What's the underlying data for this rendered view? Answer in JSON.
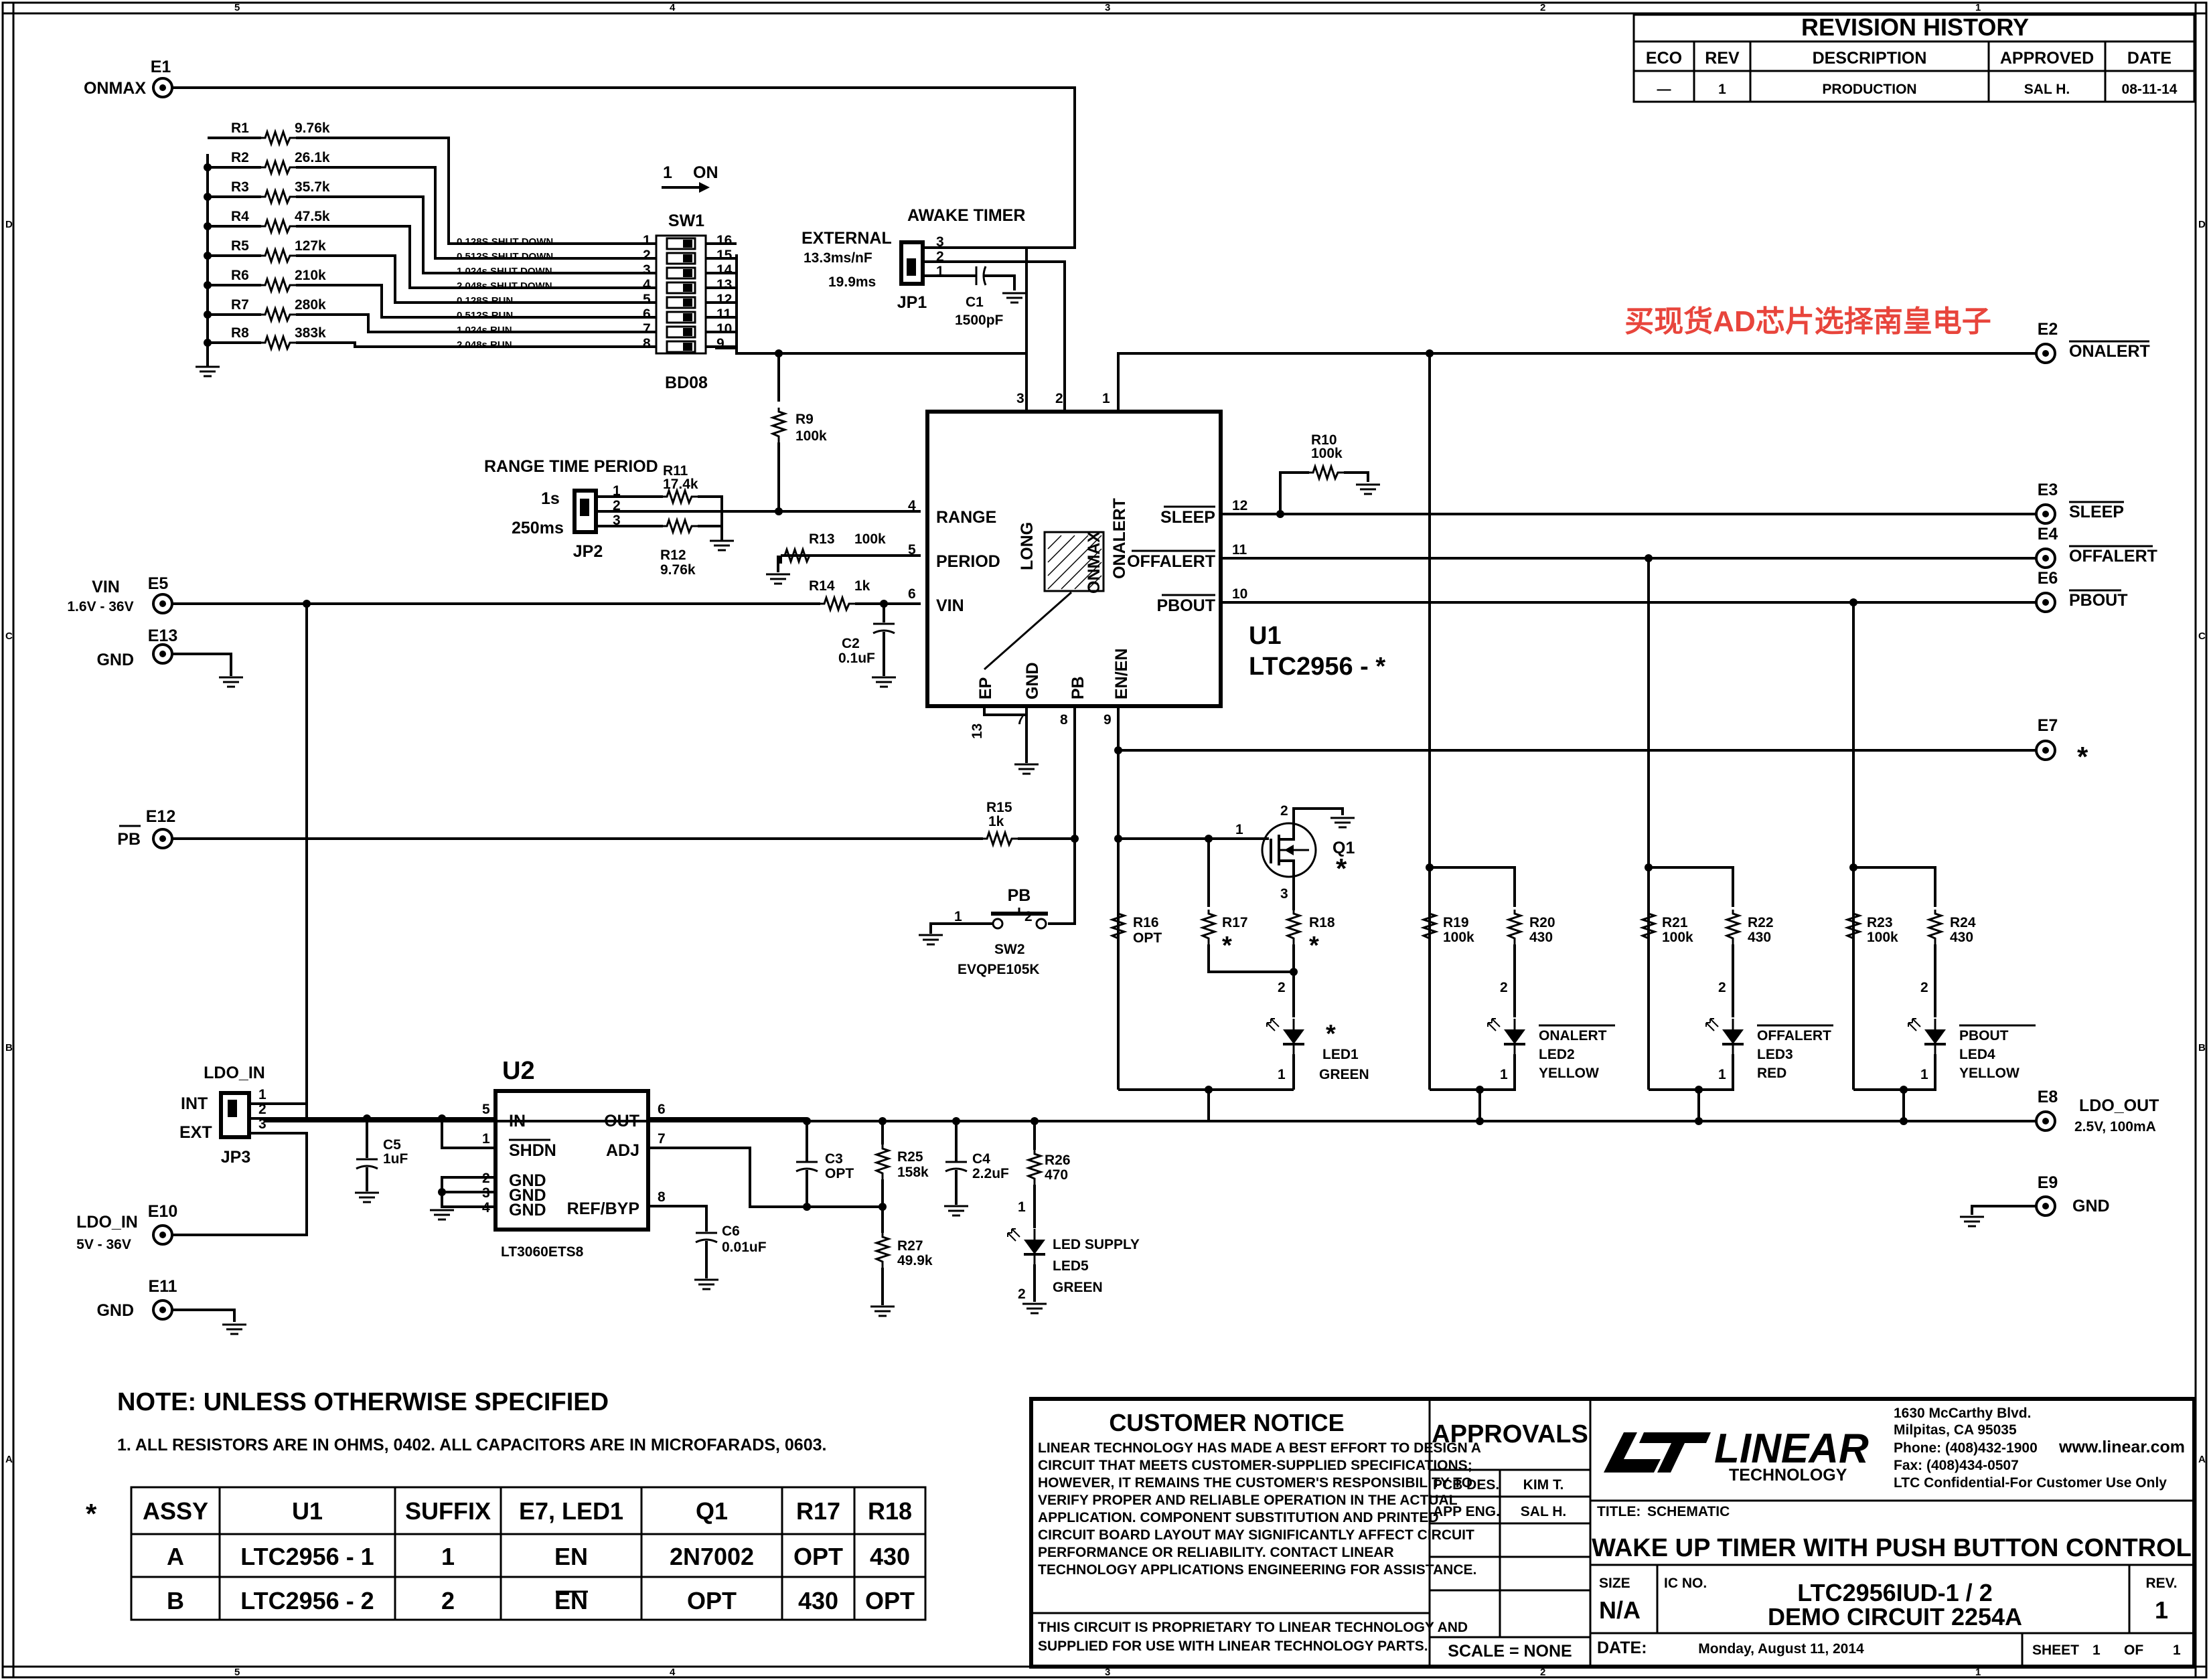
{
  "zone_markers": {
    "top": [
      "5",
      "4",
      "3",
      "2",
      "1"
    ],
    "side": [
      "D",
      "C",
      "B",
      "A"
    ]
  },
  "terminals": {
    "e1": {
      "ref": "E1",
      "label": "ONMAX"
    },
    "e2": {
      "ref": "E2",
      "label": "ONALERT"
    },
    "e3": {
      "ref": "E3",
      "label": "SLEEP"
    },
    "e4": {
      "ref": "E4",
      "label": "OFFALERT"
    },
    "e6": {
      "ref": "E6",
      "label": "PBOUT"
    },
    "e5": {
      "ref": "E5",
      "label": "VIN",
      "label2": "1.6V - 36V"
    },
    "e13": {
      "ref": "E13",
      "label": "GND"
    },
    "e7": {
      "ref": "E7",
      "label": "*"
    },
    "e12": {
      "ref": "E12",
      "label": "PB"
    },
    "e8": {
      "ref": "E8",
      "label": "LDO_OUT",
      "label2": "2.5V, 100mA"
    },
    "e9": {
      "ref": "E9",
      "label": "GND"
    },
    "e10": {
      "ref": "E10",
      "label": "LDO_IN",
      "label2": "5V - 36V"
    },
    "e11": {
      "ref": "E11",
      "label": "GND"
    }
  },
  "resistor_ladder": [
    {
      "ref": "R1",
      "value": "9.76k"
    },
    {
      "ref": "R2",
      "value": "26.1k"
    },
    {
      "ref": "R3",
      "value": "35.7k"
    },
    {
      "ref": "R4",
      "value": "47.5k"
    },
    {
      "ref": "R5",
      "value": "127k"
    },
    {
      "ref": "R6",
      "value": "210k"
    },
    {
      "ref": "R7",
      "value": "280k"
    },
    {
      "ref": "R8",
      "value": "383k"
    }
  ],
  "sw1": {
    "ref": "SW1",
    "part": "BD08",
    "direction_label": "1",
    "on_label": "ON",
    "rows": [
      {
        "label": "0.128S SHUT DOWN",
        "left": "1",
        "right": "16"
      },
      {
        "label": "0.512S SHUT DOWN",
        "left": "2",
        "right": "15"
      },
      {
        "label": "1.024s SHUT DOWN",
        "left": "3",
        "right": "14"
      },
      {
        "label": "2.048s SHUT DOWN",
        "left": "4",
        "right": "13"
      },
      {
        "label": "0.128S RUN",
        "left": "5",
        "right": "12"
      },
      {
        "label": "0.512S RUN",
        "left": "6",
        "right": "11"
      },
      {
        "label": "1.024s RUN",
        "left": "7",
        "right": "10"
      },
      {
        "label": "2.048s RUN",
        "left": "8",
        "right": "9"
      }
    ]
  },
  "awake": {
    "title": "AWAKE TIMER",
    "external": "EXTERNAL",
    "rate": "13.3ms/nF",
    "fixed": "19.9ms",
    "jp": "JP1",
    "p1": "1",
    "p2": "2",
    "p3": "3",
    "c1_ref": "C1",
    "c1_val": "1500pF"
  },
  "u1": {
    "ref": "U1",
    "part": "LTC2956 - *",
    "pins": {
      "long": "LONG",
      "onmax": "ONMAX",
      "onalert": "ONALERT",
      "range": "RANGE",
      "period": "PERIOD",
      "vin": "VIN",
      "sleep": "SLEEP",
      "offalert": "OFFALERT",
      "pbout": "PBOUT",
      "ep": "EP",
      "gnd": "GND",
      "pb": "PB",
      "en": "EN/EN"
    },
    "pin_numbers": {
      "long": "3",
      "onmax": "2",
      "onalert": "1",
      "range": "4",
      "period": "5",
      "vin": "6",
      "sleep": "12",
      "offalert": "11",
      "pbout": "10",
      "ep": "13",
      "gnd": "7",
      "pb": "8",
      "en": "9"
    }
  },
  "range": {
    "title": "RANGE TIME PERIOD",
    "opt1": "1s",
    "opt2": "250ms",
    "jp": "JP2",
    "p1": "1",
    "p2": "2",
    "p3": "3"
  },
  "parts": {
    "r9": {
      "ref": "R9",
      "value": "100k"
    },
    "r10": {
      "ref": "R10",
      "value": "100k"
    },
    "r11": {
      "ref": "R11",
      "value": "17.4k"
    },
    "r12": {
      "ref": "R12",
      "value": "9.76k"
    },
    "r13": {
      "ref": "R13",
      "value": "100k"
    },
    "r14": {
      "ref": "R14",
      "value": "1k"
    },
    "r15": {
      "ref": "R15",
      "value": "1k"
    },
    "r16": {
      "ref": "R16",
      "value": "OPT"
    },
    "r17": {
      "ref": "R17",
      "value": "*"
    },
    "r18": {
      "ref": "R18",
      "value": "*"
    },
    "r19": {
      "ref": "R19",
      "value": "100k"
    },
    "r20": {
      "ref": "R20",
      "value": "430"
    },
    "r21": {
      "ref": "R21",
      "value": "100k"
    },
    "r22": {
      "ref": "R22",
      "value": "430"
    },
    "r23": {
      "ref": "R23",
      "value": "100k"
    },
    "r24": {
      "ref": "R24",
      "value": "430"
    },
    "r25": {
      "ref": "R25",
      "value": "158k"
    },
    "r26": {
      "ref": "R26",
      "value": "470"
    },
    "r27": {
      "ref": "R27",
      "value": "49.9k"
    },
    "c2": {
      "ref": "C2",
      "value": "0.1uF"
    },
    "c3": {
      "ref": "C3",
      "value": "OPT"
    },
    "c4": {
      "ref": "C4",
      "value": "2.2uF"
    },
    "c5": {
      "ref": "C5",
      "value": "1uF"
    },
    "c6": {
      "ref": "C6",
      "value": "0.01uF"
    },
    "q1": {
      "ref": "Q1",
      "star": "*",
      "p1": "1",
      "p2": "2",
      "p3": "3"
    },
    "sw2": {
      "ref": "SW2",
      "label": "PB",
      "part": "EVQPE105K",
      "p1": "1",
      "p2": "2"
    },
    "led1": {
      "ref": "LED1",
      "color": "GREEN",
      "star": "*"
    },
    "led2": {
      "ref": "LED2",
      "color": "YELLOW",
      "label": "ONALERT"
    },
    "led3": {
      "ref": "LED3",
      "color": "RED",
      "label": "OFFALERT"
    },
    "led4": {
      "ref": "LED4",
      "color": "YELLOW",
      "label": "PBOUT"
    },
    "led5": {
      "ref": "LED5",
      "color": "GREEN",
      "label": "LED SUPPLY"
    },
    "led_pin1": "1",
    "led_pin2": "2"
  },
  "u2": {
    "ref": "U2",
    "part": "LT3060ETS8",
    "pins": {
      "in": "IN",
      "shdn": "SHDN",
      "gnd": "GND",
      "out": "OUT",
      "adj": "ADJ",
      "ref": "REF/BYP"
    },
    "nums": {
      "in": "5",
      "shdn": "1",
      "g2": "2",
      "g3": "3",
      "g4": "4",
      "out": "6",
      "adj": "7",
      "ref": "8"
    }
  },
  "ldo_in": {
    "title": "LDO_IN",
    "int": "INT",
    "ext": "EXT",
    "jp": "JP3",
    "p1": "1",
    "p2": "2",
    "p3": "3"
  },
  "revision": {
    "title": "REVISION HISTORY",
    "headers": [
      "ECO",
      "REV",
      "DESCRIPTION",
      "APPROVED",
      "DATE"
    ],
    "row": [
      "—",
      "1",
      "PRODUCTION",
      "SAL H.",
      "08-11-14"
    ]
  },
  "watermark": "买现货AD芯片选择南皇电子",
  "notes": {
    "heading": "NOTE: UNLESS OTHERWISE SPECIFIED",
    "line1": "1.  ALL RESISTORS ARE IN OHMS, 0402.  ALL CAPACITORS ARE IN MICROFARADS, 0603."
  },
  "assy_table": {
    "star": "*",
    "headers": [
      "ASSY",
      "U1",
      "SUFFIX",
      "E7, LED1",
      "Q1",
      "R17",
      "R18"
    ],
    "rows": [
      [
        "A",
        "LTC2956 - 1",
        "1",
        "EN",
        "2N7002",
        "OPT",
        "430"
      ],
      [
        "B",
        "LTC2956 - 2",
        "2",
        "EN",
        "OPT",
        "430",
        "OPT"
      ]
    ]
  },
  "title_block": {
    "customer_notice_title": "CUSTOMER NOTICE",
    "customer_notice": [
      "LINEAR TECHNOLOGY HAS MADE A BEST EFFORT TO DESIGN A",
      "CIRCUIT THAT MEETS CUSTOMER-SUPPLIED SPECIFICATIONS;",
      "HOWEVER, IT REMAINS THE CUSTOMER'S RESPONSIBILITY TO",
      "VERIFY PROPER AND RELIABLE OPERATION IN THE ACTUAL",
      "APPLICATION.  COMPONENT SUBSTITUTION AND PRINTED",
      "CIRCUIT BOARD LAYOUT MAY SIGNIFICANTLY AFFECT CIRCUIT",
      "PERFORMANCE OR RELIABILITY.  CONTACT LINEAR",
      "TECHNOLOGY APPLICATIONS ENGINEERING FOR ASSISTANCE."
    ],
    "proprietary": [
      "THIS CIRCUIT IS PROPRIETARY TO LINEAR TECHNOLOGY AND",
      "SUPPLIED FOR USE WITH LINEAR TECHNOLOGY PARTS."
    ],
    "approvals": "APPROVALS",
    "pcb_des_label": "PCB DES.",
    "pcb_des": "KIM T.",
    "app_eng_label": "APP ENG.",
    "app_eng": "SAL H.",
    "scale": "SCALE = NONE",
    "company": "LINEAR",
    "company_sub": "TECHNOLOGY",
    "address": [
      "1630 McCarthy Blvd.",
      "Milpitas, CA 95035",
      "Phone: (408)432-1900",
      "Fax: (408)434-0507",
      "LTC Confidential-For Customer Use Only"
    ],
    "website": "www.linear.com",
    "title_label": "TITLE:",
    "title_value": "SCHEMATIC",
    "main_title": "WAKE UP TIMER WITH PUSH BUTTON CONTROL",
    "size_label": "SIZE",
    "size": "N/A",
    "ic_label": "IC NO.",
    "ic": "LTC2956IUD-1 / 2",
    "demo": "DEMO CIRCUIT 2254A",
    "rev_label": "REV.",
    "rev": "1",
    "date_label": "DATE:",
    "date": "Monday, August 11, 2014",
    "sheet_label": "SHEET",
    "sheet": "1",
    "of_label": "OF",
    "of": "1"
  }
}
